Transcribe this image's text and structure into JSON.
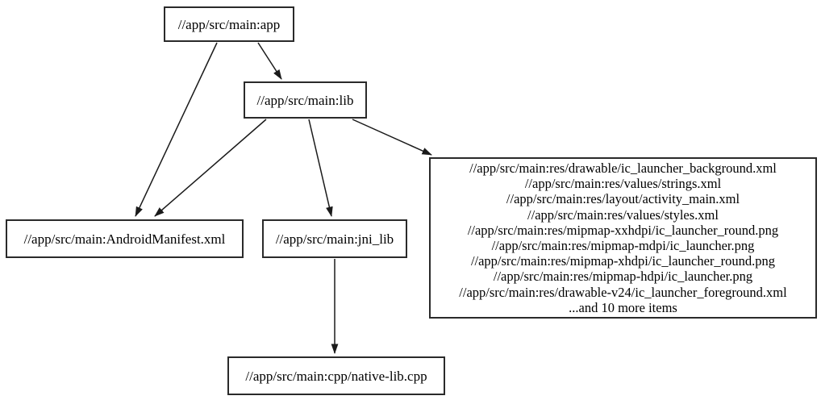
{
  "diagram": {
    "kind": "build-dependency-graph",
    "colors": {
      "background": "#ffffff",
      "node_fill": "#ffffff",
      "node_border": "#2a2a2a",
      "edge": "#1a1a1a",
      "text": "#000000"
    },
    "nodes": {
      "app": {
        "label": "//app/src/main:app"
      },
      "lib": {
        "label": "//app/src/main:lib"
      },
      "manifest": {
        "label": "//app/src/main:AndroidManifest.xml"
      },
      "jni_lib": {
        "label": "//app/src/main:jni_lib"
      },
      "native_cpp": {
        "label": "//app/src/main:cpp/native-lib.cpp"
      },
      "res_group": {
        "lines": [
          "//app/src/main:res/drawable/ic_launcher_background.xml",
          "//app/src/main:res/values/strings.xml",
          "//app/src/main:res/layout/activity_main.xml",
          "//app/src/main:res/values/styles.xml",
          "//app/src/main:res/mipmap-xxhdpi/ic_launcher_round.png",
          "//app/src/main:res/mipmap-mdpi/ic_launcher.png",
          "//app/src/main:res/mipmap-xhdpi/ic_launcher_round.png",
          "//app/src/main:res/mipmap-hdpi/ic_launcher.png",
          "//app/src/main:res/drawable-v24/ic_launcher_foreground.xml",
          "...and 10 more items"
        ]
      }
    },
    "edges": [
      {
        "from": "app",
        "to": "manifest"
      },
      {
        "from": "app",
        "to": "lib"
      },
      {
        "from": "lib",
        "to": "manifest"
      },
      {
        "from": "lib",
        "to": "jni_lib"
      },
      {
        "from": "lib",
        "to": "res_group"
      },
      {
        "from": "jni_lib",
        "to": "native_cpp"
      }
    ]
  }
}
